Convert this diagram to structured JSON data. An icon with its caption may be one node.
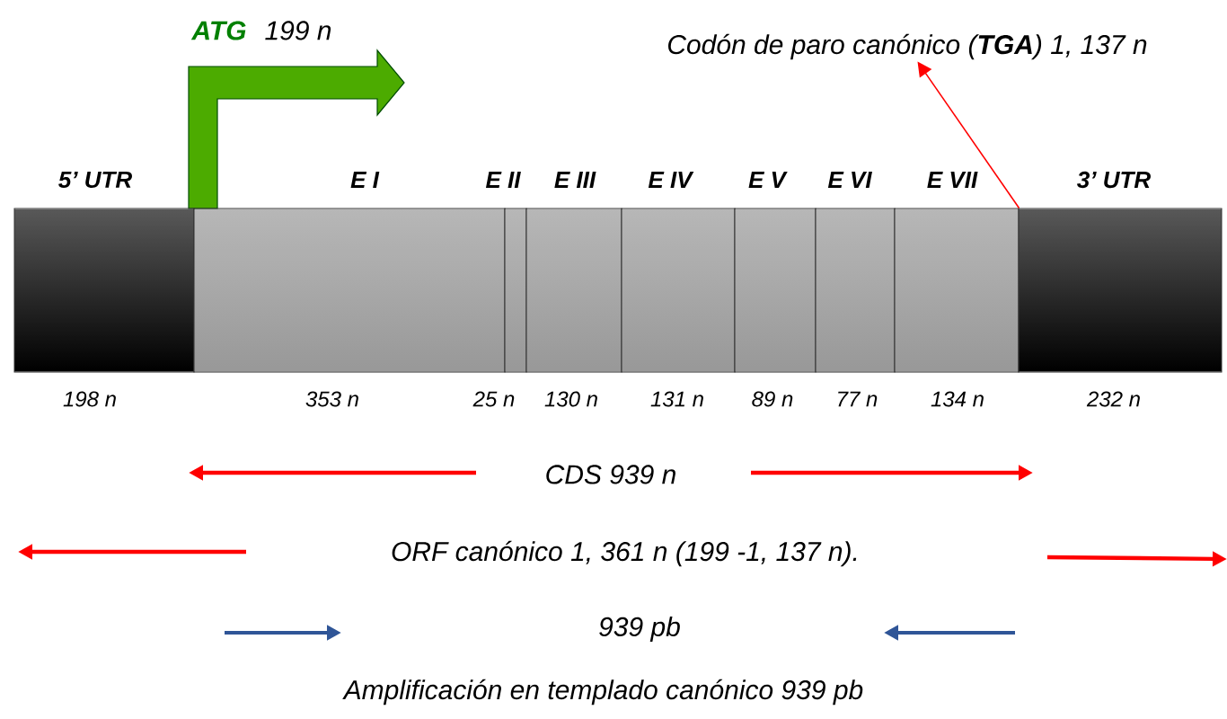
{
  "diagram": {
    "nodes": [
      {
        "text": [
          "5’ UTR"
        ],
        "beside": [
          "198 n"
        ]
      },
      {
        "text": [
          "E I"
        ],
        "beside": [
          "353 n"
        ]
      },
      {
        "text": [
          "E II"
        ],
        "beside": [
          "25 n"
        ]
      },
      {
        "text": [
          "E III"
        ],
        "beside": [
          "130 n"
        ]
      },
      {
        "text": [
          "E IV"
        ],
        "beside": [
          "131 n"
        ]
      },
      {
        "text": [
          "E V"
        ],
        "beside": [
          "89 n"
        ]
      },
      {
        "text": [
          "E VI"
        ],
        "beside": [
          "77 n"
        ]
      },
      {
        "text": [
          "E VII"
        ],
        "beside": [
          "134 n"
        ]
      },
      {
        "text": [
          "3’ UTR"
        ],
        "beside": [
          "232 n"
        ]
      },
      {
        "text": [
          "Codón de paro canónico (**TGA**) 1, 137 n"
        ]
      }
    ],
    "edges": [
      {
        "from": 7,
        "to": 9,
        "arrow": "to",
        "color": "#ff0000"
      }
    ],
    "labels": [
      "ATG",
      "199 n",
      "CDS 939 n",
      "ORF canónico 1, 361 n (199 -1, 137 n).",
      "939 pb",
      "Amplificación en templado canónico 939 pb"
    ]
  }
}
